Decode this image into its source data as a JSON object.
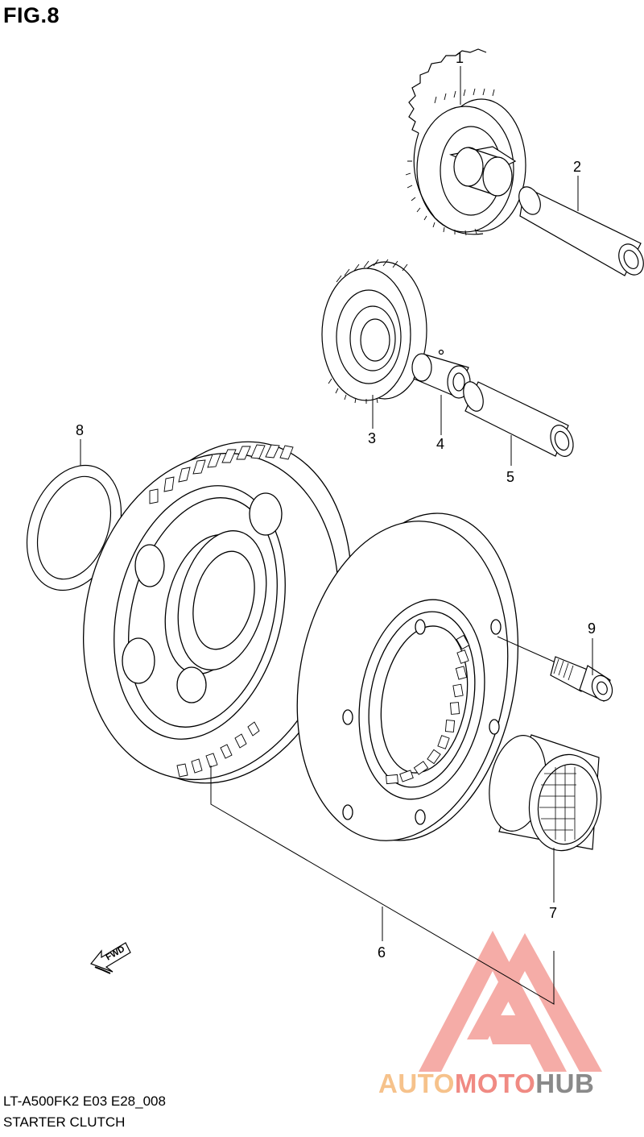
{
  "figure": {
    "title": "FIG.8"
  },
  "callouts": [
    "1",
    "2",
    "3",
    "4",
    "5",
    "6",
    "7",
    "8",
    "9"
  ],
  "fwd_label": "FWD",
  "footer": {
    "model_code": "LT-A500FK2 E03 E28_008",
    "caption": "STARTER CLUTCH"
  },
  "watermark": {
    "part1": "AUTO",
    "part2": "MOTO",
    "part3": "HUB",
    "colors": [
      "#f6c28b",
      "#f08a83",
      "#8a8a8a"
    ]
  }
}
